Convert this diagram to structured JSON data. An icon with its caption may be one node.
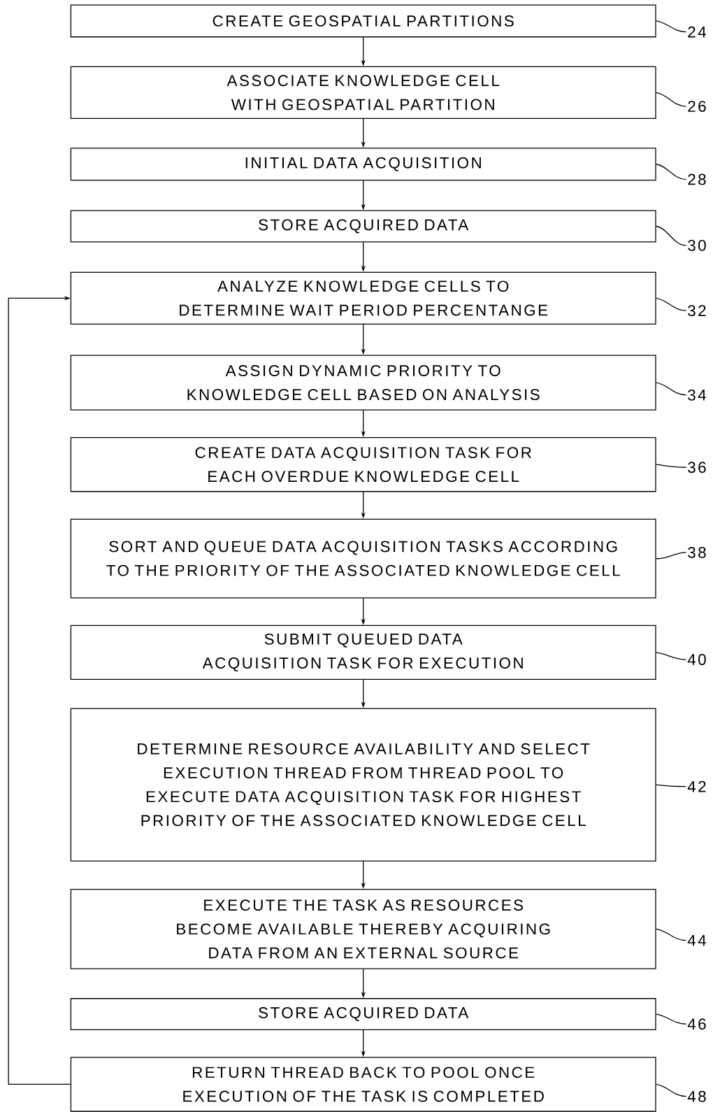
{
  "diagram": {
    "nodes": [
      {
        "text": [
          "CREATE GEOSPATIAL PARTITIONS"
        ]
      },
      {
        "text": [
          "ASSOCIATE KNOWLEDGE CELL WITH GEOSPATIAL PARTITION"
        ]
      },
      {
        "text": [
          "INITIAL DATA ACQUISITION"
        ]
      },
      {
        "text": [
          "STORE ACQUIRED DATA"
        ]
      },
      {
        "text": [
          "ANALYZE KNOWLEDGE CELLS TO DETERMINE WAIT PERIOD PERCENTANGE"
        ]
      },
      {
        "text": [
          "ASSIGN DYNAMIC PRIORITY TO KNOWLEDGE CELL BASED ON ANALYSIS"
        ]
      },
      {
        "text": [
          "CREATE DATA ACQUISITION TASK FOR EACH OVERDUE KNOWLEDGE CELL"
        ]
      },
      {
        "text": [
          "SORT AND QUEUE DATA ACQUISITION TASKS ACCORDING TO THE PRIORITY OF THE ASSOCIATED KNOWLEDGE CELL"
        ]
      },
      {
        "text": [
          "SUBMIT QUEUED DATA ACQUISITION TASK FOR EXECUTION"
        ]
      },
      {
        "text": [
          "DETERMINE RESOURCE AVAILABILITY AND SELECT EXECUTION THREAD FROM THREAD POOL TO EXECUTE DATA ACQUISITION TASK FOR HIGHEST PRIORITY OF THE ASSOCIATED KNOWLEDGE CELL"
        ]
      },
      {
        "text": [
          "EXECUTE THE TASK AS RESOURCES BECOME AVAILABLE THEREBY ACQUIRING DATA FROM AN EXTERNAL SOURCE"
        ]
      },
      {
        "text": [
          "STORE ACQUIRED DATA"
        ]
      },
      {
        "text": [
          "RETURN THREAD BACK TO POOL ONCE EXECUTION OF THE TASK IS COMPLETED"
        ]
      },
      {
        "text": [
          "24"
        ]
      },
      {
        "text": [
          "26"
        ]
      },
      {
        "text": [
          "28"
        ]
      },
      {
        "text": [
          "30"
        ]
      },
      {
        "text": [
          "32"
        ]
      },
      {
        "text": [
          "34"
        ]
      },
      {
        "text": [
          "36"
        ]
      },
      {
        "text": [
          "38"
        ]
      },
      {
        "text": [
          "40"
        ]
      },
      {
        "text": [
          "42"
        ]
      },
      {
        "text": [
          "44"
        ]
      },
      {
        "text": [
          "46"
        ]
      },
      {
        "text": [
          "48"
        ]
      }
    ],
    "edges": [
      {
        "from": 0,
        "to": 1,
        "arrow": "to"
      },
      {
        "from": 1,
        "to": 2,
        "arrow": "to"
      },
      {
        "from": 2,
        "to": 3,
        "arrow": "to"
      },
      {
        "from": 3,
        "to": 4,
        "arrow": "to"
      },
      {
        "from": 4,
        "to": 5,
        "arrow": "to"
      },
      {
        "from": 5,
        "to": 6,
        "arrow": "to"
      },
      {
        "from": 6,
        "to": 7,
        "arrow": "to"
      },
      {
        "from": 7,
        "to": 8,
        "arrow": "to"
      },
      {
        "from": 8,
        "to": 9,
        "arrow": "to"
      },
      {
        "from": 9,
        "to": 10,
        "arrow": "to"
      },
      {
        "from": 10,
        "to": 11,
        "arrow": "to"
      },
      {
        "from": 11,
        "to": 12,
        "arrow": "to"
      },
      {
        "from": 12,
        "to": 4,
        "arrow": "to"
      },
      {
        "from": 13,
        "to": 0,
        "arrow": "none"
      },
      {
        "from": 14,
        "to": 1,
        "arrow": "none"
      },
      {
        "from": 15,
        "to": 2,
        "arrow": "none"
      },
      {
        "from": 16,
        "to": 3,
        "arrow": "none"
      },
      {
        "from": 17,
        "to": 4,
        "arrow": "none"
      },
      {
        "from": 18,
        "to": 5,
        "arrow": "none"
      },
      {
        "from": 19,
        "to": 6,
        "arrow": "none"
      },
      {
        "from": 20,
        "to": 7,
        "arrow": "none"
      },
      {
        "from": 21,
        "to": 8,
        "arrow": "none"
      },
      {
        "from": 22,
        "to": 9,
        "arrow": "none"
      },
      {
        "from": 23,
        "to": 10,
        "arrow": "none"
      },
      {
        "from": 24,
        "to": 11,
        "arrow": "none"
      },
      {
        "from": 25,
        "to": 12,
        "arrow": "none"
      }
    ]
  }
}
